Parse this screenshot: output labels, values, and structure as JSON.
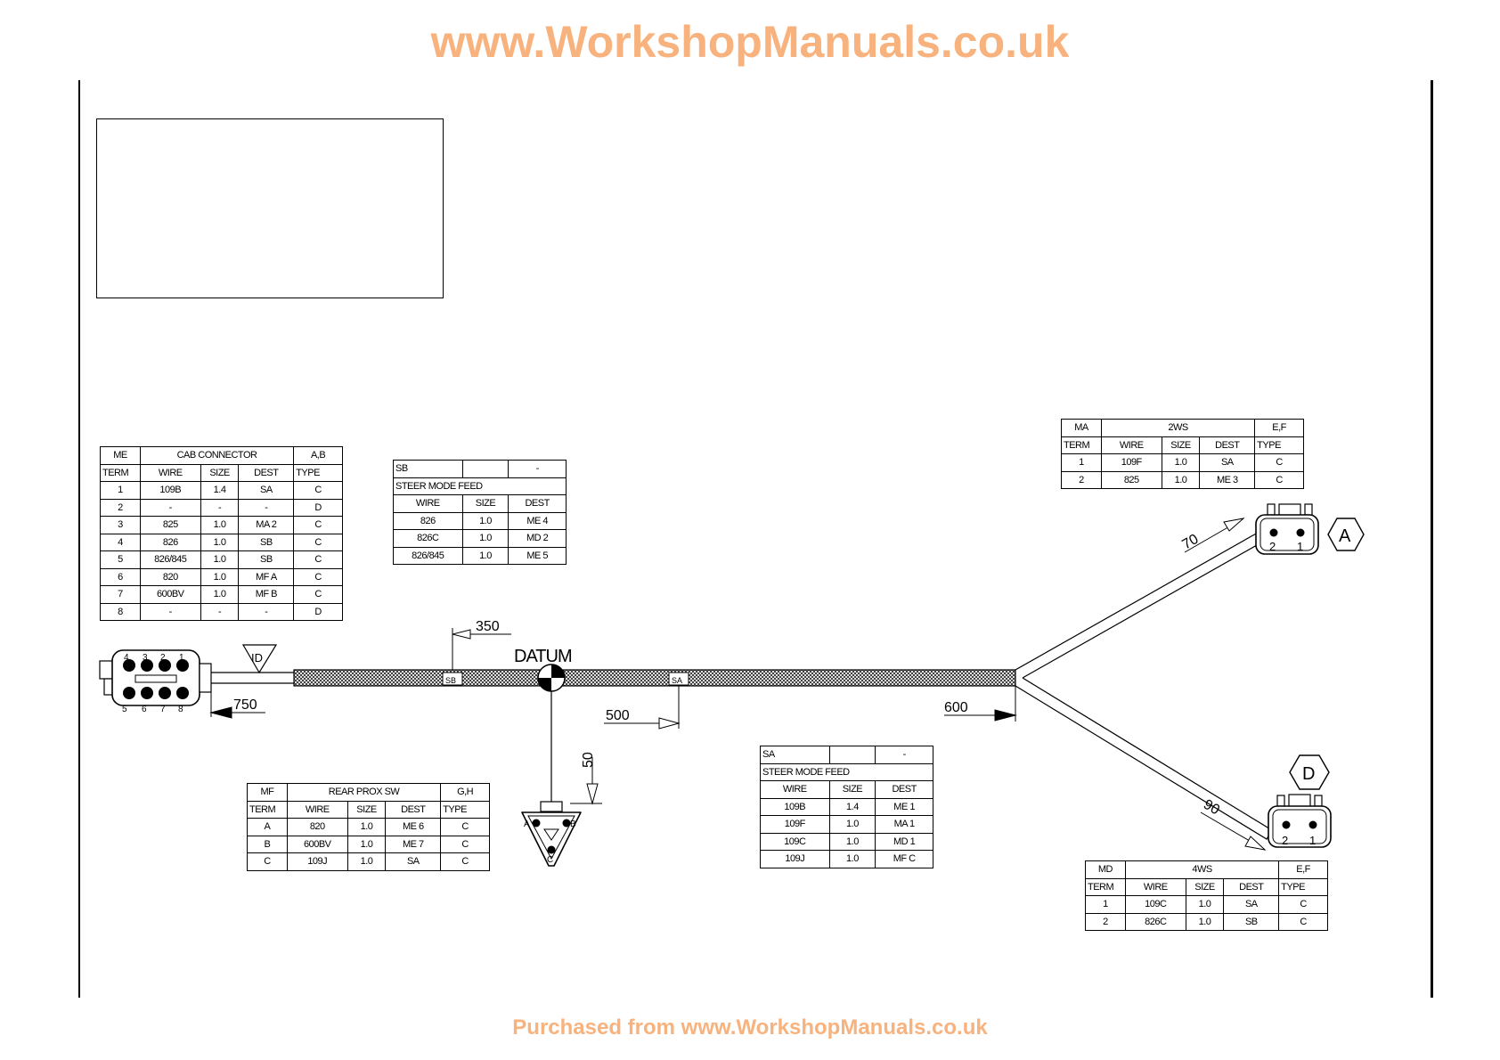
{
  "watermark_top": "www.WorkshopManuals.co.uk",
  "watermark_bottom": "Purchased from www.WorkshopManuals.co.uk",
  "colors": {
    "watermark": "#f7b27e",
    "line": "#000000"
  },
  "labels": {
    "datum": "DATUM",
    "dim_350": "350",
    "dim_750": "750",
    "dim_500": "500",
    "dim_600": "600",
    "dim_50": "50",
    "dim_70": "70",
    "dim_90": "90",
    "id_mark": "ID",
    "node_sb": "SB",
    "node_sa": "SA",
    "hex_a": "A",
    "hex_d": "D",
    "pin_ma_2": "2",
    "pin_ma_1": "1",
    "pin_md_2": "2",
    "pin_md_1": "1",
    "pin_mf_a": "A",
    "pin_mf_b": "B",
    "pin_mf_c": "C",
    "me_pins": [
      "4",
      "3",
      "2",
      "1",
      "5",
      "6",
      "7",
      "8"
    ]
  },
  "tables": {
    "me": {
      "id": "ME",
      "title": "CAB CONNECTOR",
      "type_code": "A,B",
      "headers": [
        "TERM",
        "WIRE",
        "SIZE",
        "DEST",
        "TYPE"
      ],
      "rows": [
        [
          "1",
          "109B",
          "1.4",
          "SA",
          "C"
        ],
        [
          "2",
          "-",
          "-",
          "-",
          "D"
        ],
        [
          "3",
          "825",
          "1.0",
          "MA 2",
          "C"
        ],
        [
          "4",
          "826",
          "1.0",
          "SB",
          "C"
        ],
        [
          "5",
          "826/845",
          "1.0",
          "SB",
          "C"
        ],
        [
          "6",
          "820",
          "1.0",
          "MF A",
          "C"
        ],
        [
          "7",
          "600BV",
          "1.0",
          "MF B",
          "C"
        ],
        [
          "8",
          "-",
          "-",
          "-",
          "D"
        ]
      ]
    },
    "sb": {
      "id": "SB",
      "dash": "-",
      "title": "STEER MODE FEED",
      "headers": [
        "WIRE",
        "SIZE",
        "DEST"
      ],
      "rows": [
        [
          "826",
          "1.0",
          "ME 4"
        ],
        [
          "826C",
          "1.0",
          "MD 2"
        ],
        [
          "826/845",
          "1.0",
          "ME 5"
        ]
      ]
    },
    "ma": {
      "id": "MA",
      "title": "2WS",
      "type_code": "E,F",
      "headers": [
        "TERM",
        "WIRE",
        "SIZE",
        "DEST",
        "TYPE"
      ],
      "rows": [
        [
          "1",
          "109F",
          "1.0",
          "SA",
          "C"
        ],
        [
          "2",
          "825",
          "1.0",
          "ME 3",
          "C"
        ]
      ]
    },
    "mf": {
      "id": "MF",
      "title": "REAR PROX SW",
      "type_code": "G,H",
      "headers": [
        "TERM",
        "WIRE",
        "SIZE",
        "DEST",
        "TYPE"
      ],
      "rows": [
        [
          "A",
          "820",
          "1.0",
          "ME 6",
          "C"
        ],
        [
          "B",
          "600BV",
          "1.0",
          "ME 7",
          "C"
        ],
        [
          "C",
          "109J",
          "1.0",
          "SA",
          "C"
        ]
      ]
    },
    "sa": {
      "id": "SA",
      "dash": "-",
      "title": "STEER MODE FEED",
      "headers": [
        "WIRE",
        "SIZE",
        "DEST"
      ],
      "rows": [
        [
          "109B",
          "1.4",
          "ME 1"
        ],
        [
          "109F",
          "1.0",
          "MA 1"
        ],
        [
          "109C",
          "1.0",
          "MD 1"
        ],
        [
          "109J",
          "1.0",
          "MF C"
        ]
      ]
    },
    "md": {
      "id": "MD",
      "title": "4WS",
      "type_code": "E,F",
      "headers": [
        "TERM",
        "WIRE",
        "SIZE",
        "DEST",
        "TYPE"
      ],
      "rows": [
        [
          "1",
          "109C",
          "1.0",
          "SA",
          "C"
        ],
        [
          "2",
          "826C",
          "1.0",
          "SB",
          "C"
        ]
      ]
    }
  }
}
